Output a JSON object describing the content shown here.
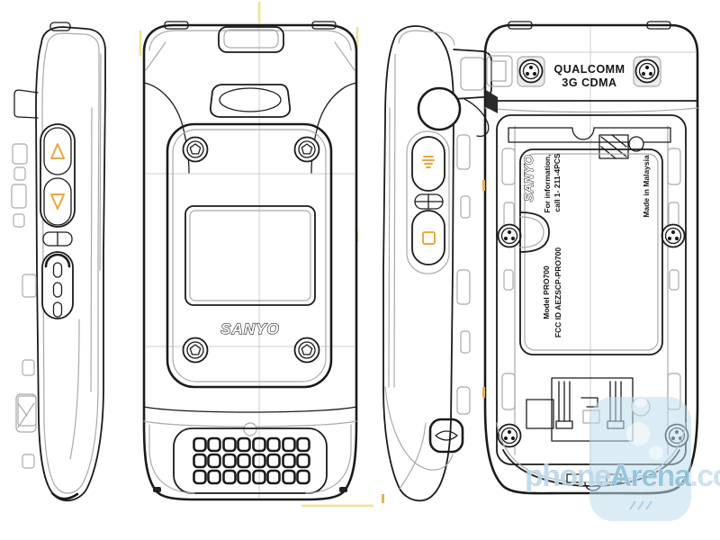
{
  "front": {
    "brand": "SANYO"
  },
  "back": {
    "hinge_line1": "QUALCOMM",
    "hinge_line2": "3G CDMA",
    "battery": {
      "brand": "SANYO",
      "info_line1": "For information,",
      "info_line2": "call 1- 211-4PCS",
      "made_in": "Made in Malaysia",
      "model": "Model  PRO700",
      "fcc_id": "FCC ID  AEZSCP-PRO700"
    }
  },
  "watermark": {
    "part1": "phone",
    "part2": "Arena",
    "part3": ".com"
  },
  "colors": {
    "accent_orange": "#F0A63C",
    "registration_yellow": "#EDE48C",
    "watermark_blue": "#8FC2DB",
    "line_dark": "#1B1B1B",
    "line_gray": "#A9A9A9"
  },
  "icons": {
    "volume_up": "triangle-up",
    "volume_down": "triangle-down",
    "side_button_top": "speaker",
    "side_button_bottom": "square",
    "front_screws": "pentagon",
    "back_screws": "tri-wing"
  }
}
